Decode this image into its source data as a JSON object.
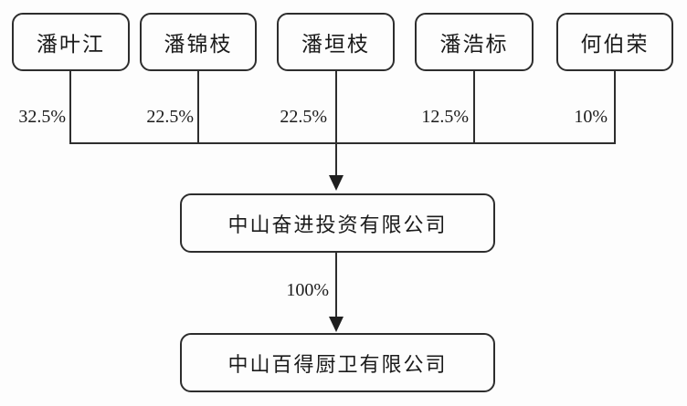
{
  "diagram": {
    "title": "equity-ownership-structure",
    "shareholders": [
      {
        "name": "潘叶江",
        "percent": "32.5%"
      },
      {
        "name": "潘锦枝",
        "percent": "22.5%"
      },
      {
        "name": "潘垣枝",
        "percent": "22.5%"
      },
      {
        "name": "潘浩标",
        "percent": "12.5%"
      },
      {
        "name": "何伯荣",
        "percent": "10%"
      }
    ],
    "holding_company": "中山奋进投资有限公司",
    "holding_ownership_percent": "100%",
    "subsidiary_company": "中山百得厨卫有限公司",
    "colors": {
      "line": "#2e2e2e",
      "border": "#2d2d2d",
      "text": "#1b1b1b",
      "background": "#fdfdfd"
    }
  }
}
